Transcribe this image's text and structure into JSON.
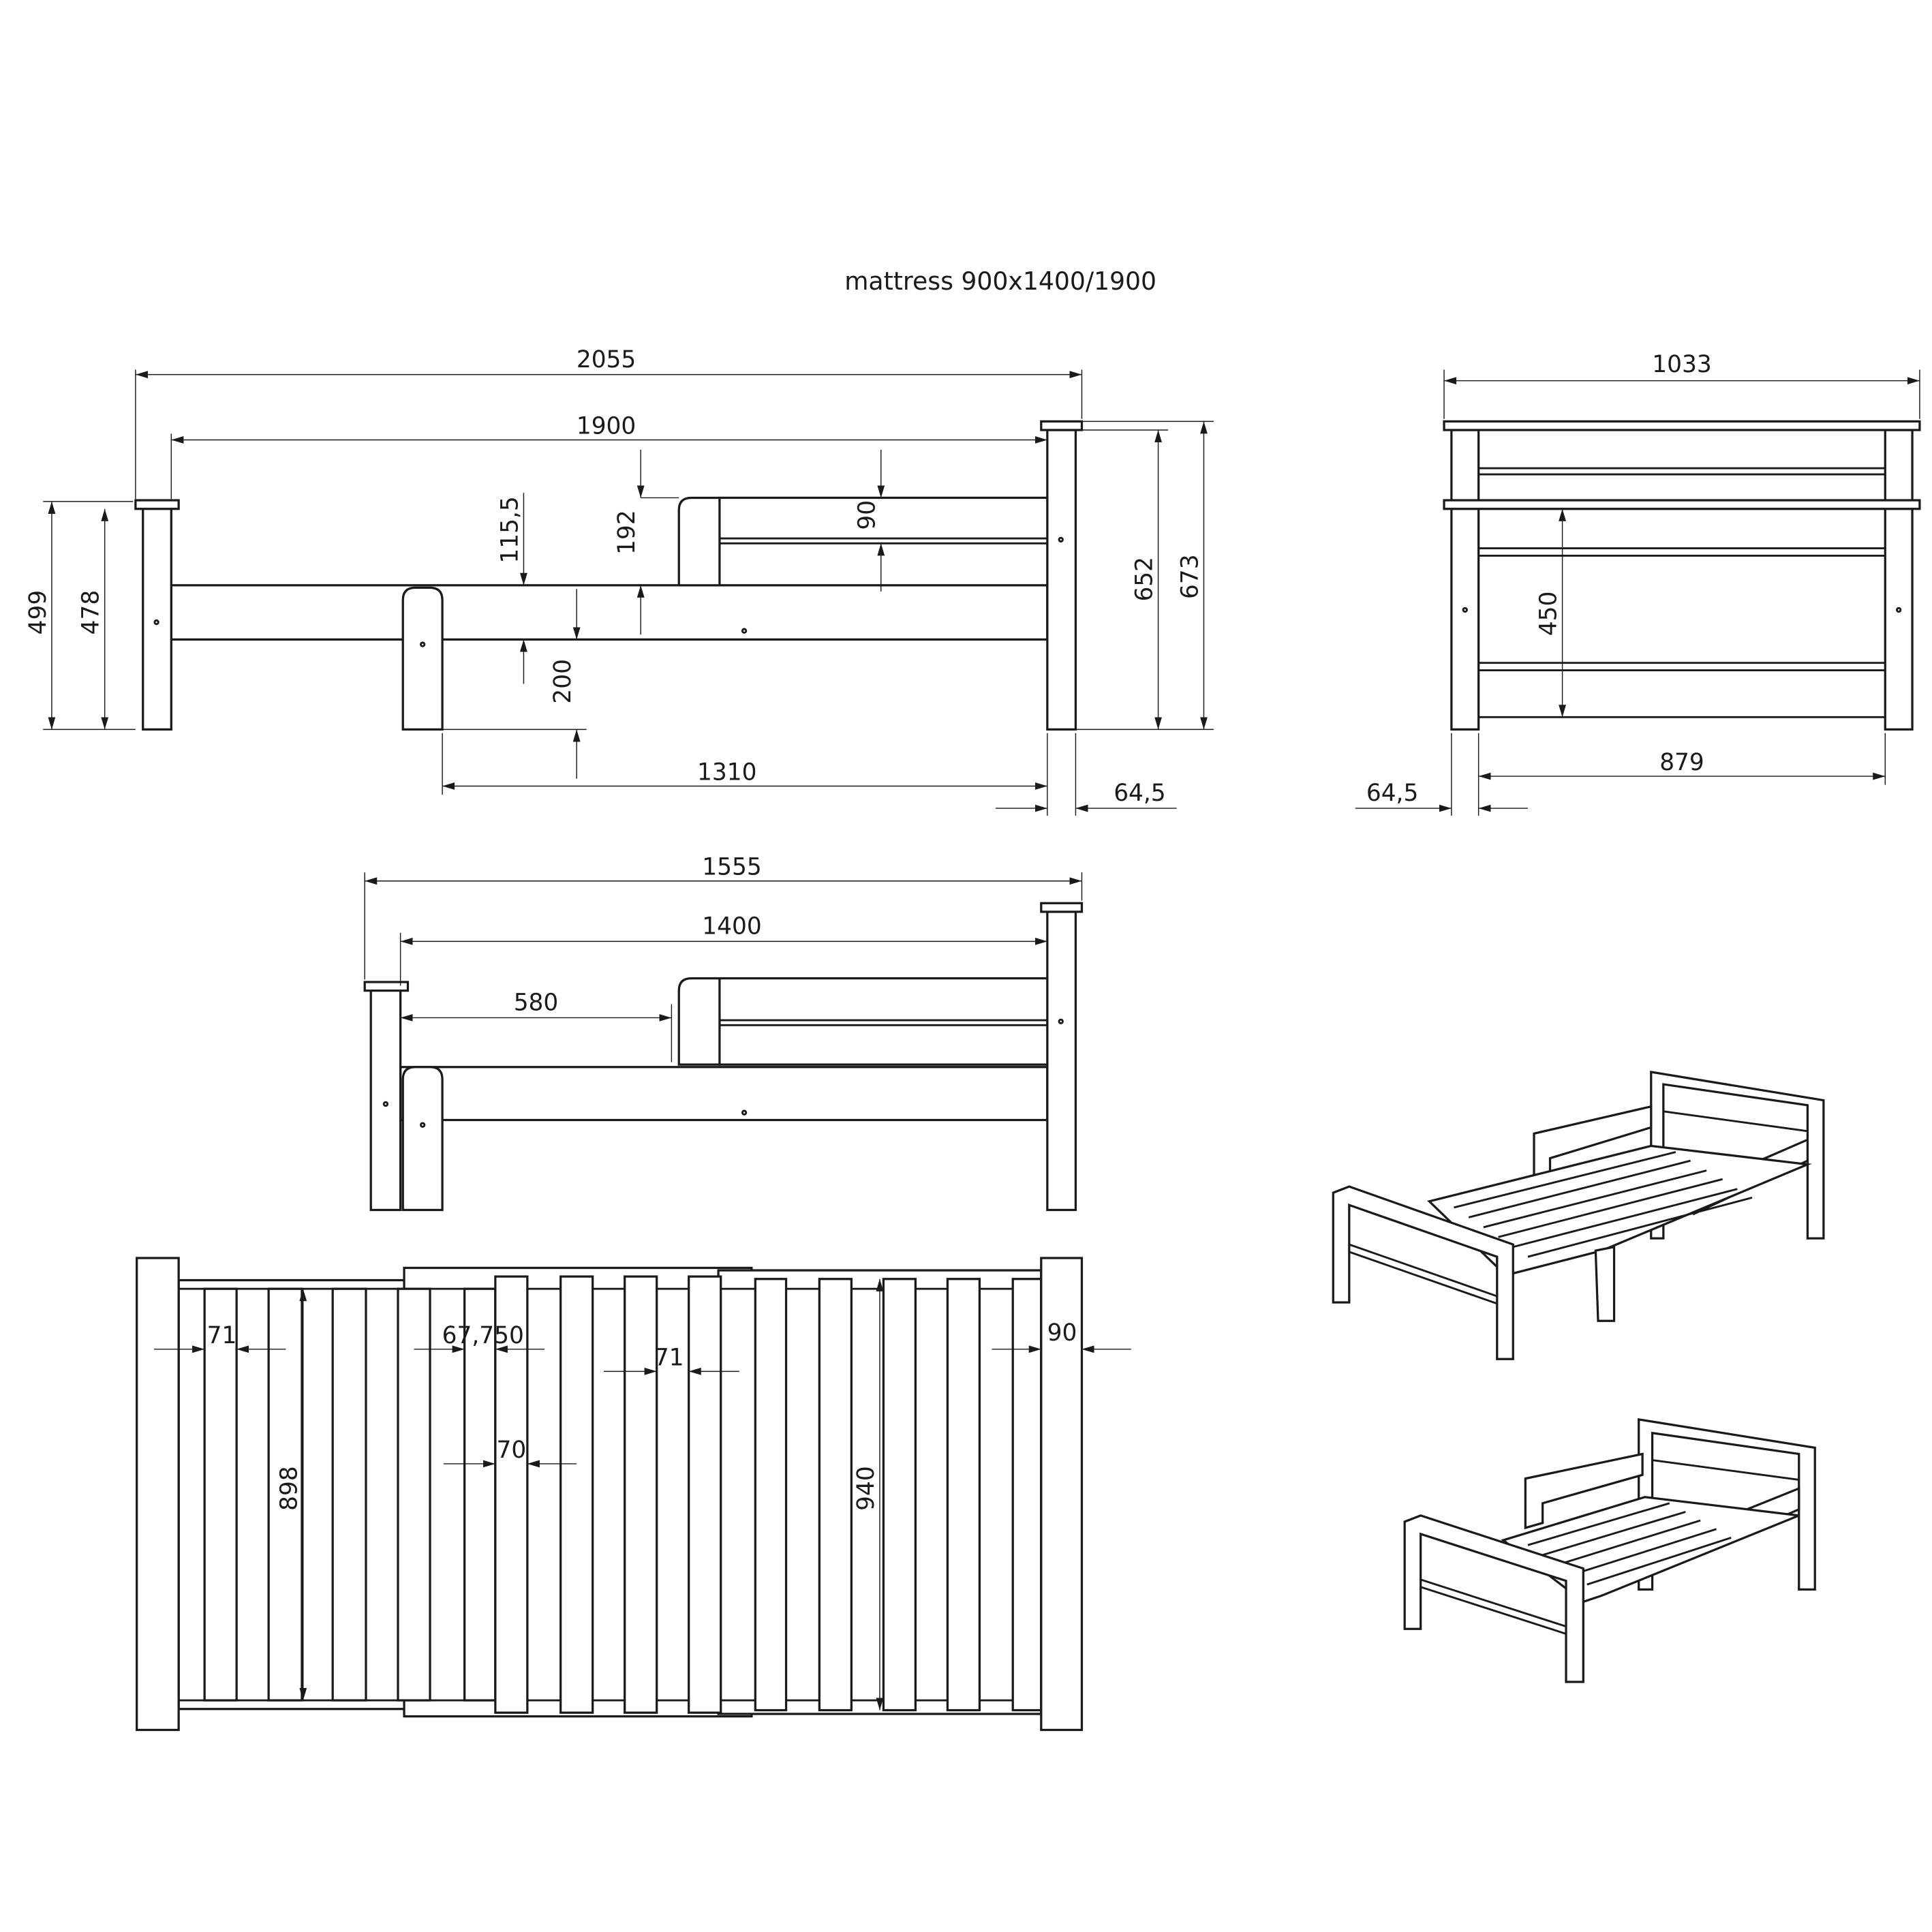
{
  "title": "mattress 900x1400/1900",
  "side_view_extended": {
    "total_length": "2055",
    "inner_length": "1900",
    "height_low_total": "499",
    "height_low_post": "478",
    "height_high_post": "652",
    "height_high_total": "673",
    "rail_height": "115,5",
    "guard_height": "192",
    "guard_panel": "90",
    "floor_clearance": "200",
    "extension_length": "1310",
    "post_width": "64,5"
  },
  "end_view": {
    "total_width": "1033",
    "inner_height": "450",
    "inner_width": "879",
    "post_width": "64,5"
  },
  "side_view_short": {
    "total_length": "1555",
    "inner_length": "1400",
    "guard_offset": "580"
  },
  "top_view": {
    "slat_gap_left": "71",
    "slat_width_mid": "67,750",
    "slat_gap_mid": "71",
    "slat_width": "70",
    "inner_width_short": "898",
    "inner_width_long": "940",
    "end_width": "90"
  }
}
